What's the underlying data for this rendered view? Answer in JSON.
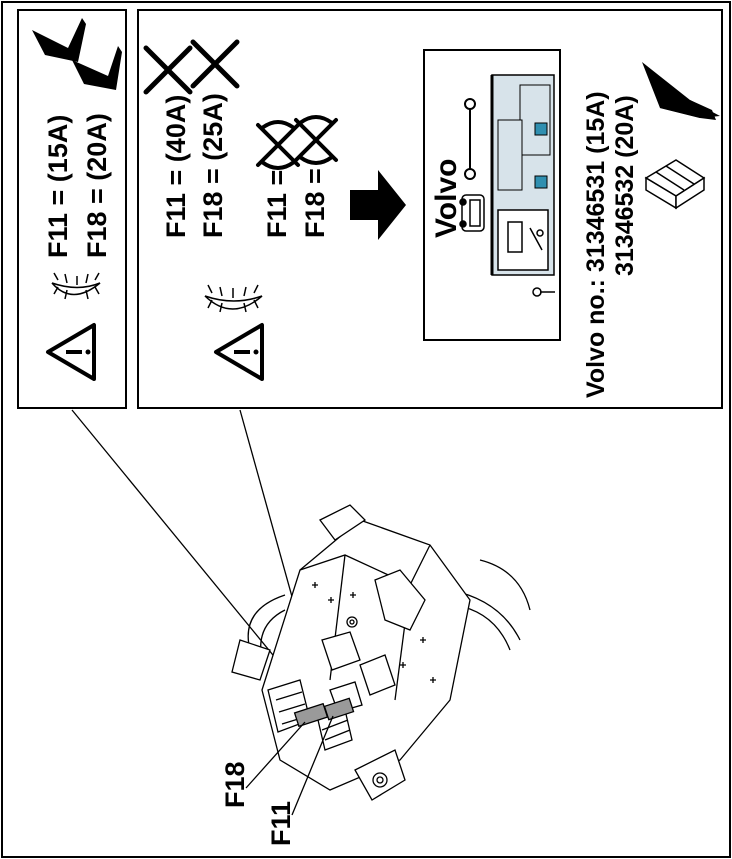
{
  "panel_left": {
    "f11_text": "F11 = (15A)",
    "f18_text": "F18 = (20A)"
  },
  "panel_right": {
    "wrong_f11_text": "F11 = (40A)",
    "wrong_f18_text": "F18 = (25A)",
    "empty_f11_text": "F11 =",
    "empty_f18_text": "F18 =",
    "workshop_brand": "Volvo",
    "part_no_line1": "Volvo no.: 31346531 (15A)",
    "part_no_line2": "31346532 (20A)"
  },
  "fusebox": {
    "label_f18": "F18",
    "label_f11": "F11"
  },
  "colors": {
    "ink": "#000000",
    "fuse_highlight": "#9a9a9a",
    "workshop_fill": "#d7e3ea",
    "workshop_sign": "#2f8fb0"
  }
}
